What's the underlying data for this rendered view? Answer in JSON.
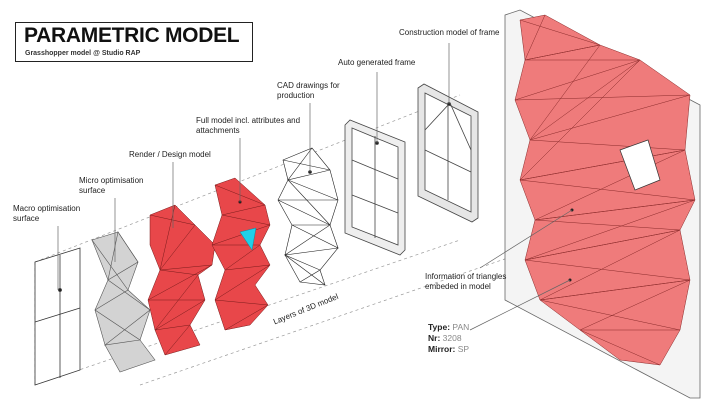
{
  "header": {
    "title": "PARAMETRIC MODEL",
    "subtitle": "Grasshopper model @ Studio RAP"
  },
  "labels": {
    "macro": "Macro optimisation surface",
    "micro": "Micro optimisation surface",
    "render": "Render / Design model",
    "full": "Full model incl. attributes and attachments",
    "cad": "CAD drawings for production",
    "auto_frame": "Auto generated frame",
    "construction": "Construction model of frame",
    "info": "Information of triangles embeded in model",
    "layers": "Layers of 3D model"
  },
  "triangle_info": {
    "type_label": "Type:",
    "type_value": "PAN",
    "nr_label": "Nr:",
    "nr_value": "3208",
    "mirror_label": "Mirror:",
    "mirror_value": "SP"
  },
  "colors": {
    "red": "#e8474a",
    "light_red": "#f08080",
    "cyan": "#1fd0e8",
    "grey": "#cfcfcf"
  }
}
